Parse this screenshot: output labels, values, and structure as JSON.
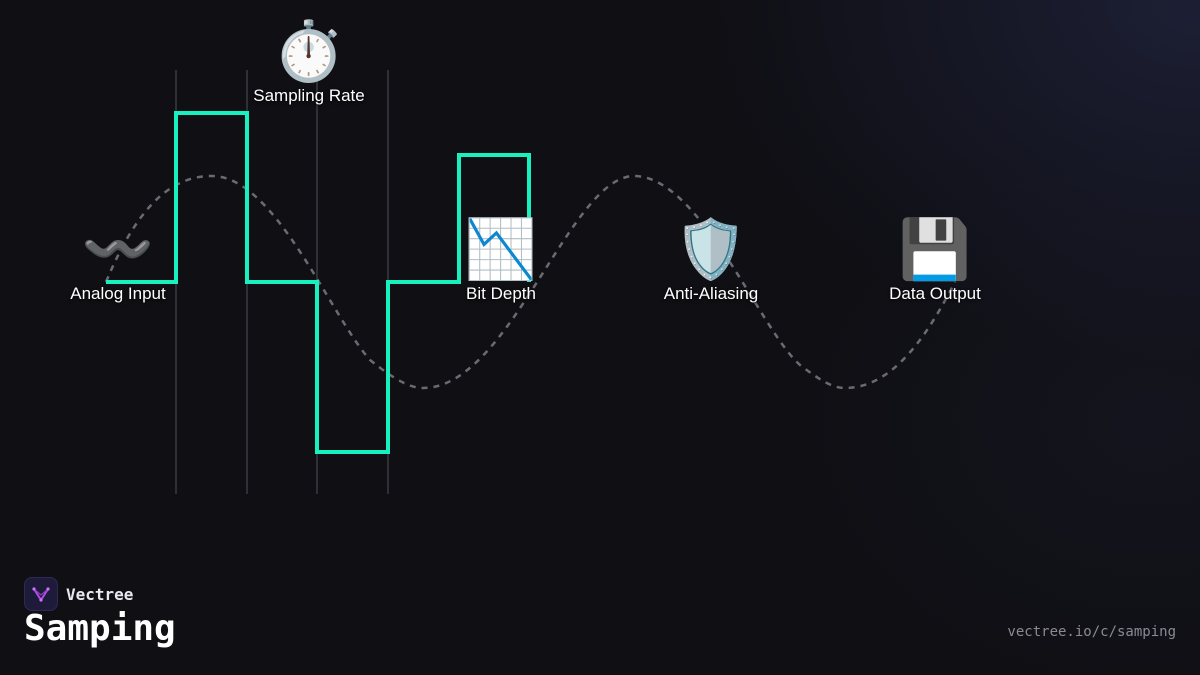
{
  "diagram": {
    "nodes": [
      {
        "id": "sampling-rate",
        "label": "Sampling Rate",
        "icon": "stopwatch-icon",
        "glyph": "⏱️"
      },
      {
        "id": "analog-input",
        "label": "Analog Input",
        "icon": "wavy-dash-icon",
        "glyph": "〰️"
      },
      {
        "id": "bit-depth",
        "label": "Bit Depth",
        "icon": "chart-decreasing-icon",
        "glyph": "📉"
      },
      {
        "id": "anti-aliasing",
        "label": "Anti-Aliasing",
        "icon": "shield-icon",
        "glyph": "🛡️"
      },
      {
        "id": "data-output",
        "label": "Data Output",
        "icon": "floppy-disk-icon",
        "glyph": "💾"
      }
    ],
    "colors": {
      "background": "#0f0f14",
      "step_signal": "#19f0c0",
      "analog_wave": "#6a6a72",
      "sample_lines": "#3a3a44"
    }
  },
  "brand": {
    "name": "Vectree",
    "logo_color": "#b04de0"
  },
  "footer": {
    "title": "Samping",
    "url": "vectree.io/c/samping"
  }
}
